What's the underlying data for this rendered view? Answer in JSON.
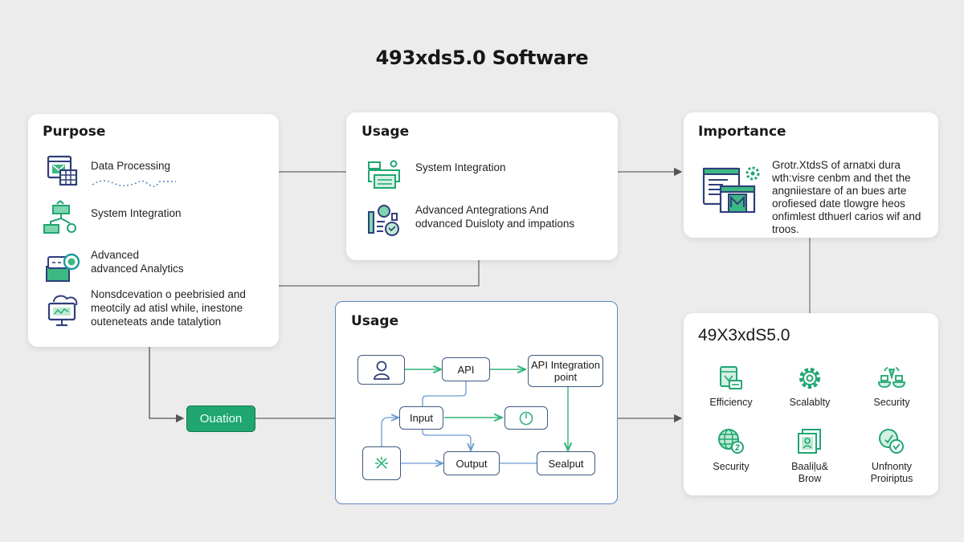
{
  "title": "493xds5.0 Software",
  "colors": {
    "accent_green": "#1fa672",
    "navy": "#2f3f7a",
    "connector": "#555555",
    "inner_blue": "#6a9ad0"
  },
  "purpose": {
    "heading": "Purpose",
    "items": [
      {
        "icon": "spreadsheet-window-icon",
        "label": "Data Processing"
      },
      {
        "icon": "flowchart-icon",
        "label": "System Integration"
      },
      {
        "icon": "chat-analytics-icon",
        "label_line1": "Advanced",
        "label_line2": "advanced Analytics"
      },
      {
        "icon": "monitor-cloud-icon",
        "lines": [
          "Nonsdcevation o peebrisied and",
          "meotcily ad atisl while, inestone",
          "outeneteats ande tatalytion"
        ]
      }
    ]
  },
  "usage_top": {
    "heading": "Usage",
    "items": [
      {
        "icon": "printer-integration-icon",
        "label": "System Integration"
      },
      {
        "icon": "user-chart-icon",
        "lines": [
          "Advanced Antegrations And",
          "odvanced Duisloty and impations"
        ]
      }
    ]
  },
  "importance": {
    "heading": "Importance",
    "icon": "browser-windows-gear-icon",
    "lines": [
      "Grotr.XtdsS of arnatxi dura",
      "wth:visre cenbm and thet the",
      "angniiestare of an bues arte",
      "orofiesed date tlowgre heos",
      "onfimlest dthuerl carios wif and",
      "troos."
    ]
  },
  "question_button": {
    "label": "Ouation"
  },
  "usage_flow": {
    "heading": "Usage",
    "nodes": {
      "user": {
        "icon": "user-icon"
      },
      "api": {
        "label": "API"
      },
      "api_integration": {
        "label_line1": "API Integration",
        "label_line2": "point"
      },
      "input": {
        "label": "Input"
      },
      "timer": {
        "icon": "timer-icon"
      },
      "processor": {
        "icon": "processor-x-icon"
      },
      "output": {
        "label": "Output"
      },
      "sealput": {
        "label": "Sealput"
      }
    }
  },
  "product": {
    "heading": "49X3xdS5.0",
    "features": [
      {
        "icon": "efficiency-icon",
        "label": "Efficiency"
      },
      {
        "icon": "gear-icon",
        "label": "Scalablty"
      },
      {
        "icon": "balance-security-icon",
        "label": "Security"
      },
      {
        "icon": "globe-security-icon",
        "label": "Security"
      },
      {
        "icon": "documents-icon",
        "label_line1": "Baaliļu&",
        "label_line2": "Brow"
      },
      {
        "icon": "check-circle-icon",
        "label_line1": "Unfnonty",
        "label_line2": "Proiriptus"
      }
    ]
  }
}
